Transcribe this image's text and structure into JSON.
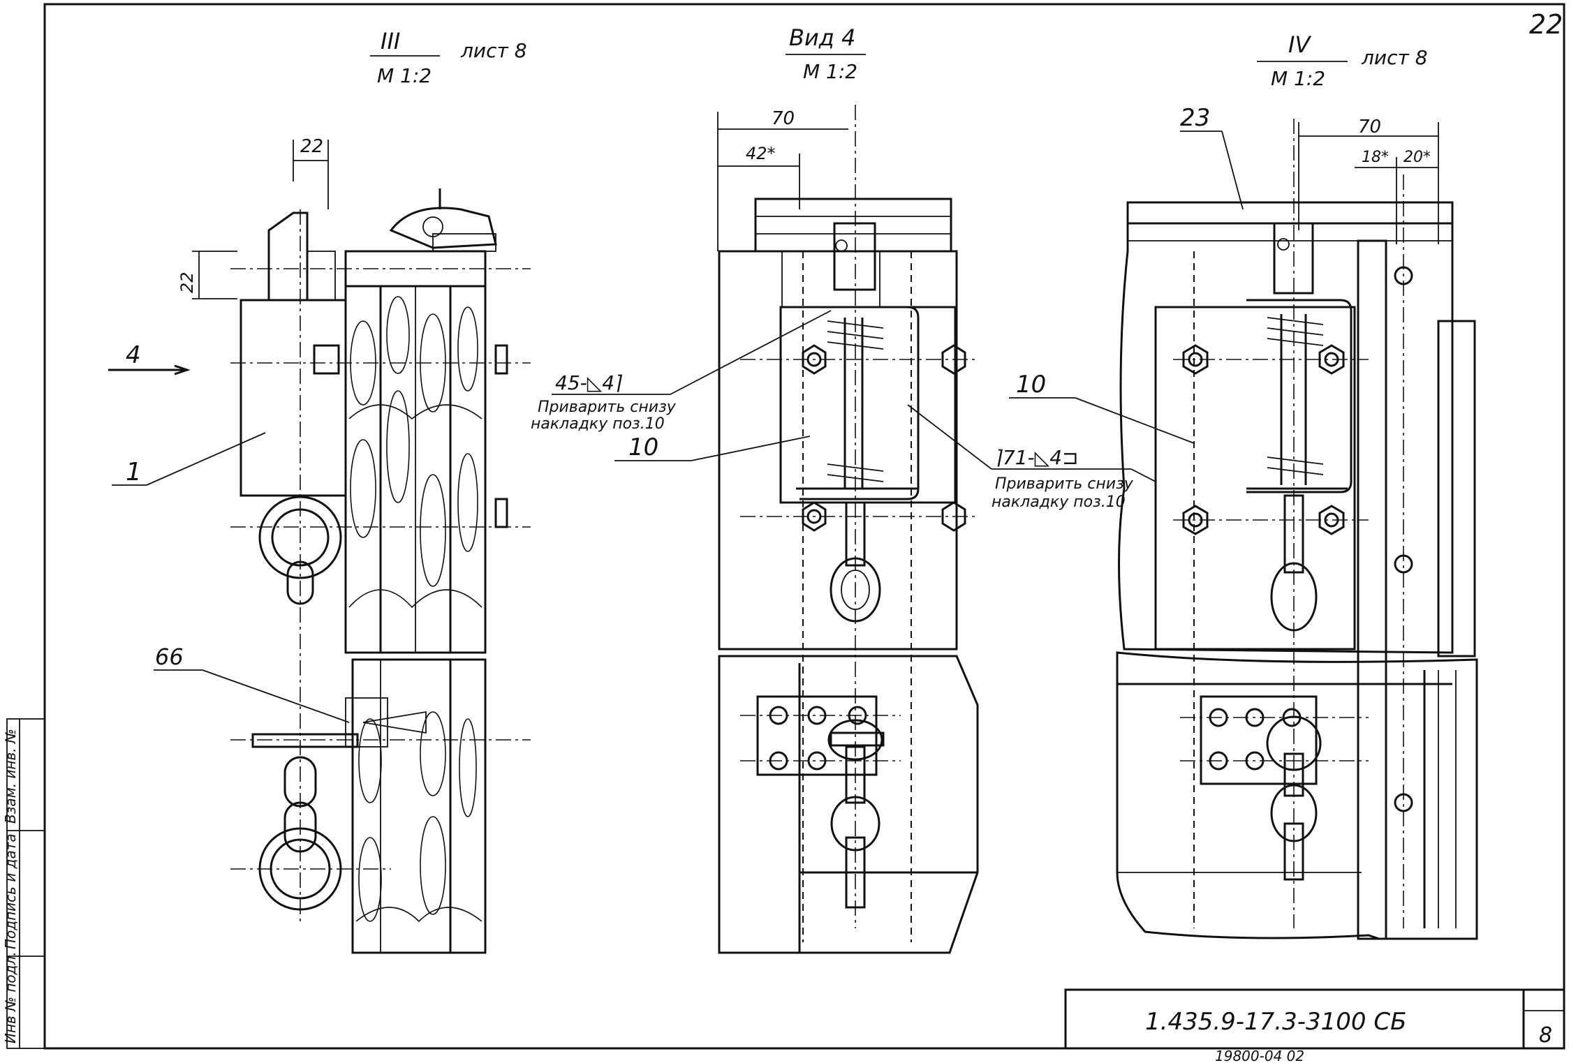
{
  "sheet": {
    "sheet_number": "22",
    "designation": "1.435.9-17.3-3100 СБ",
    "sheet_box_value": "8",
    "bottom_note": "19800-04 02"
  },
  "side_stamp": {
    "labels": [
      "Инв № подл.",
      "Подпись и дата",
      "Взам. инв. №"
    ]
  },
  "views": {
    "left": {
      "title": "III",
      "scale": "М 1:2",
      "ref": "лист 8"
    },
    "middle": {
      "title": "Вид 4",
      "scale": "М 1:2"
    },
    "right": {
      "title": "IV",
      "scale": "М 1:2",
      "ref": "лист 8"
    }
  },
  "dimensions": {
    "left_top": "22",
    "left_side": "22",
    "mid_70": "70",
    "mid_42": "42*",
    "right_70": "70",
    "right_18": "18*",
    "right_20": "20*"
  },
  "callouts": {
    "view_arrow": "4",
    "pos_1": "1",
    "pos_66": "66",
    "pos_10_mid": "10",
    "pos_10_right": "10",
    "pos_23": "23"
  },
  "weld_notes": {
    "w45_symbol": "45-◺4⌉",
    "w45_line1": "Приварить снизу",
    "w45_line2": "накладку поз.10",
    "w71_symbol": "⌉71-◺4⊐",
    "w71_line1": "Приварить снизу",
    "w71_line2": "накладку поз.10"
  }
}
